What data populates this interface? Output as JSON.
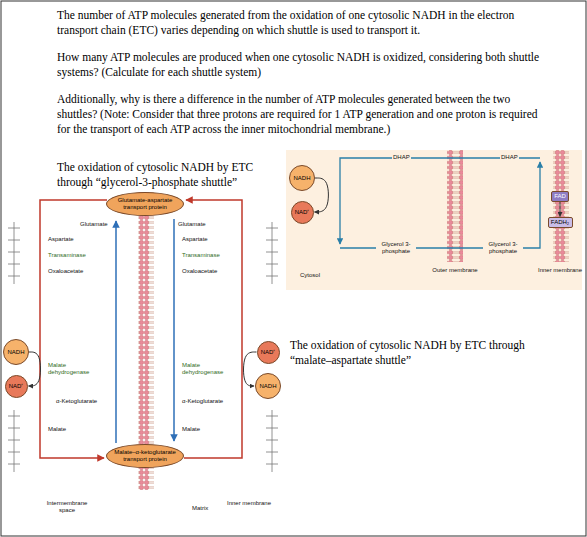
{
  "diagram": {
    "nodes": [
      {
        "text": [
          "NADH"
        ]
      },
      {
        "text": [
          "NAD⁺"
        ]
      },
      {
        "text": [
          "FAD"
        ]
      },
      {
        "text": [
          "FADH₂"
        ]
      },
      {
        "text": [
          "Glutamate-aspartate transport protein"
        ]
      },
      {
        "text": [
          "NADH"
        ]
      },
      {
        "text": [
          "NAD⁺"
        ]
      },
      {
        "text": [
          "NAD⁺"
        ]
      },
      {
        "text": [
          "NADH"
        ]
      },
      {
        "text": [
          "Malate–α-ketoglutarate transport protein"
        ]
      }
    ],
    "edges": [
      {
        "from": 0,
        "to": 1,
        "arrow": "to"
      },
      {
        "from": 2,
        "to": 3,
        "arrow": "to"
      },
      {
        "from": 5,
        "to": 6,
        "arrow": "to"
      },
      {
        "from": 7,
        "to": 8,
        "arrow": "to"
      }
    ],
    "labels": [
      "The number of ATP molecules generated from the oxidation of one cytosolic NADH in the electron transport chain (ETC) varies depending on which shuttle is used to transport it.",
      "How many ATP molecules are produced when one cytosolic NADH is oxidized, considering both shuttle systems? (Calculate for each shuttle system)",
      "Additionally, why is there a difference in the number of ATP molecules generated between the two shuttles? (Note: Consider that three protons are required for 1 ATP generation and one proton is required for the transport of each ATP across the inner mitochondrial membrane.)",
      "The oxidation of cytosolic NADH by ETC through “glycerol-3-phosphate shuttle”",
      "DHAP",
      "DHAP",
      "Glycerol 3-phosphate",
      "Glycerol 3-phosphate",
      "Cytosol",
      "Outer membrane",
      "Inner membrane",
      "The oxidation of cytosolic NADH by ETC through “malate–aspartate shuttle”",
      "Glutamate",
      "Glutamate",
      "Aspartate",
      "Aspartate",
      "Transaminase",
      "Transaminase",
      "Oxaloacetate",
      "Oxaloacetate",
      "Malate dehydrogenase",
      "Malate dehydrogenase",
      "α-Ketoglutarate",
      "α-Ketoglutarate",
      "Malate",
      "Malate",
      "Intermembrane space",
      "Matrix",
      "Inner membrane"
    ]
  }
}
